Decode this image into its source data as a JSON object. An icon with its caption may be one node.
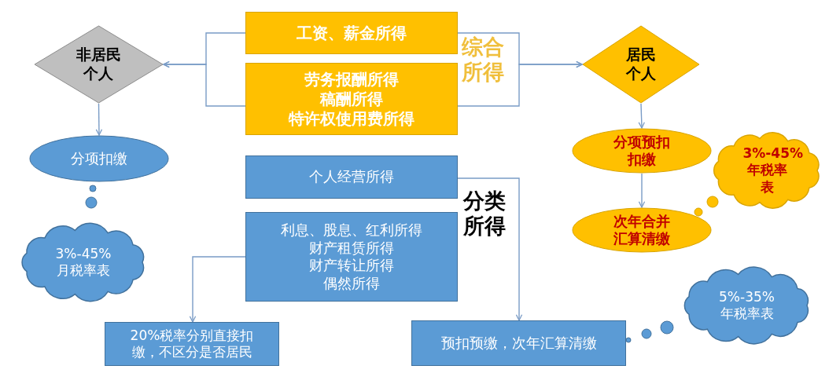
{
  "diagram": {
    "nodes": [
      {
        "text": [
          "工资、薪金所得"
        ]
      },
      {
        "text": [
          "劳务报酬所得",
          "稿酬所得",
          "特许权使用费所得"
        ]
      },
      {
        "text": [
          "个人经营所得"
        ]
      },
      {
        "text": [
          "利息、股息、红利所得",
          "财产租赁所得",
          "财产转让所得",
          "偶然所得"
        ]
      },
      {
        "text": [
          "非居民个人"
        ]
      },
      {
        "text": [
          "居民个人"
        ]
      },
      {
        "text": [
          "分项扣缴"
        ]
      },
      {
        "text": [
          "3%-45%月税率表"
        ]
      },
      {
        "text": [
          "分项预扣扣缴"
        ]
      },
      {
        "text": [
          "3%-45%年税率表"
        ]
      },
      {
        "text": [
          "次年合并汇算清缴"
        ]
      },
      {
        "text": [
          "5%-35%年税率表"
        ]
      },
      {
        "text": [
          "20%税率分别直接扣缴，不区分是否居民"
        ]
      },
      {
        "text": [
          "预扣预缴，次年汇算清缴"
        ]
      }
    ],
    "edges": [
      {
        "from": 0,
        "to": 4,
        "arrow": "to"
      },
      {
        "from": 1,
        "to": 4,
        "arrow": "to"
      },
      {
        "from": 0,
        "to": 5,
        "arrow": "to"
      },
      {
        "from": 1,
        "to": 5,
        "arrow": "to"
      },
      {
        "from": 4,
        "to": 6,
        "arrow": "to"
      },
      {
        "from": 5,
        "to": 8,
        "arrow": "to"
      },
      {
        "from": 8,
        "to": 10,
        "arrow": "to"
      },
      {
        "from": 3,
        "to": 12,
        "arrow": "to"
      },
      {
        "from": 2,
        "to": 13,
        "arrow": "to"
      }
    ],
    "labels": [
      "综合所得",
      "分类所得"
    ]
  }
}
